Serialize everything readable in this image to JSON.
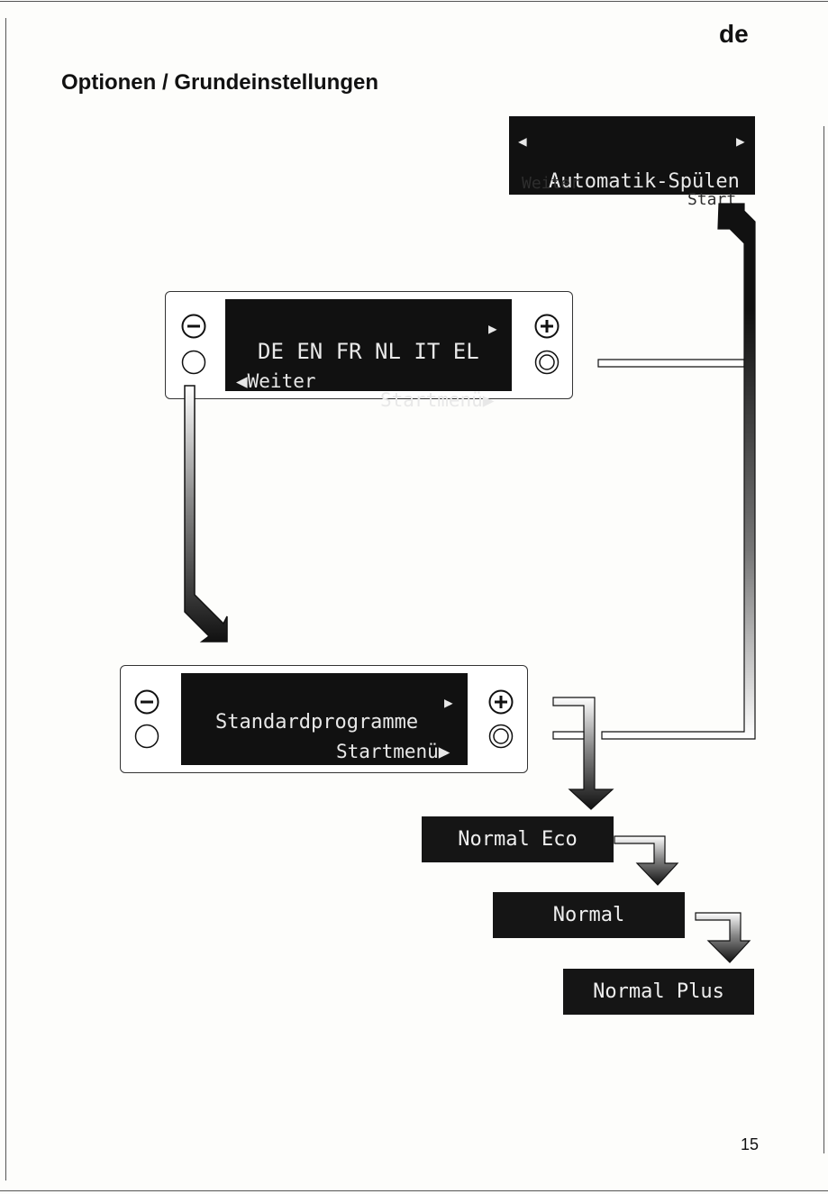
{
  "header": {
    "language": "de",
    "title": "Optionen / Grundeinstellungen"
  },
  "top_display": {
    "line1_left_arrow": "◀",
    "line1_text": "Automatik-Spülen",
    "line1_right_arrow": "▶",
    "line2_left": "Weiter",
    "line2_right": "Start"
  },
  "language_panel": {
    "line1": "DE EN FR NL IT EL",
    "line1_arrow": "▶",
    "line2_left": "◀Weiter",
    "line2_right": "Startmenü▶"
  },
  "program_panel": {
    "line1": "Standardprogramme",
    "line1_arrow": "▶",
    "line2_right": "Startmenü▶"
  },
  "options": [
    "Normal Eco",
    "Normal",
    "Normal Plus"
  ],
  "footer": {
    "page_number": "15"
  },
  "icons": [
    "minus-circle-icon",
    "plus-circle-icon",
    "circle-icon",
    "double-circle-icon"
  ]
}
